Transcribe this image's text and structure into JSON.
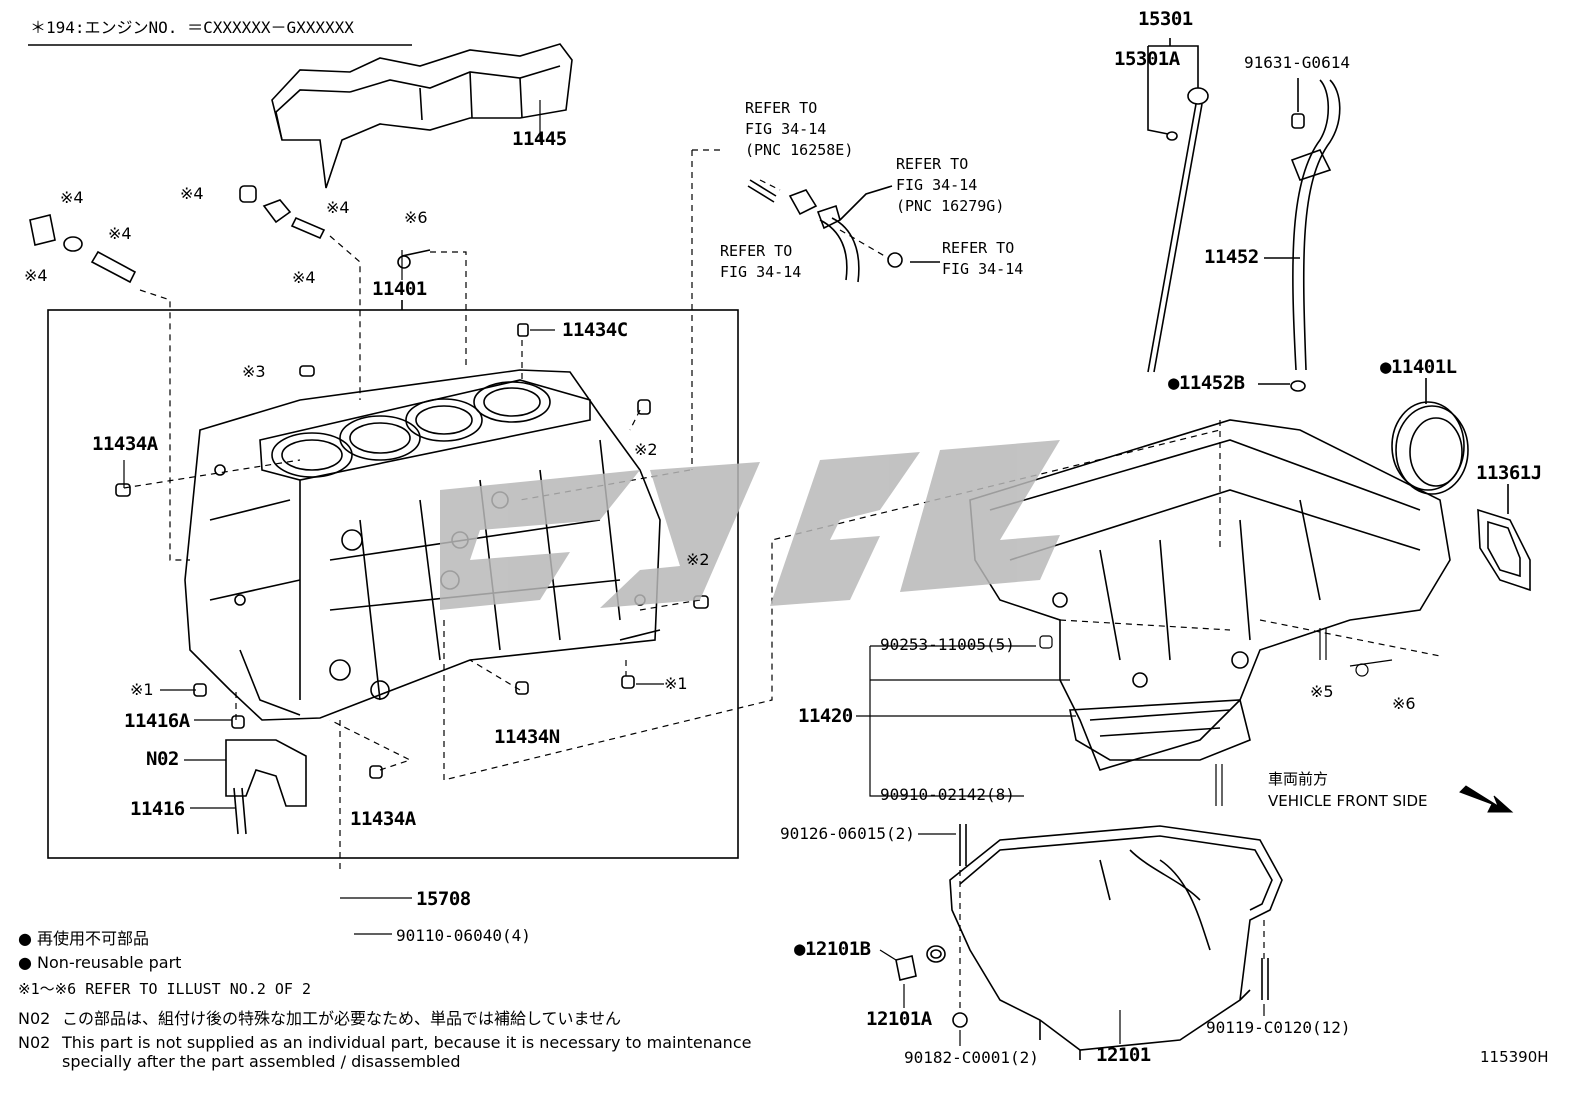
{
  "header_note": "＊194:エンジンNO. ＝CXXXXXX－GXXXXXX",
  "parts": {
    "p11445": "11445",
    "p11401": "11401",
    "p11434C": "11434C",
    "p11434A_1": "11434A",
    "p11434A_2": "11434A",
    "p11434N": "11434N",
    "p11416A": "11416A",
    "pN02": "N02",
    "p11416": "11416",
    "p15708": "15708",
    "p90110": "90110-06040(4)",
    "p15301": "15301",
    "p15301A": "15301A",
    "p91631": "91631-G0614",
    "p11452": "11452",
    "p11452B": "●11452B",
    "p11401L": "●11401L",
    "p11361J": "11361J",
    "p90253": "90253-11005(5)",
    "p11420": "11420",
    "p90910": "90910-02142(8)",
    "p90126": "90126-06015(2)",
    "p12101B": "●12101B",
    "p12101A": "12101A",
    "p90182": "90182-C0001(2)",
    "p12101": "12101",
    "p90119": "90119-C0120(12)"
  },
  "marks": {
    "m4a": "※4",
    "m4b": "※4",
    "m4c": "※4",
    "m4d": "※4",
    "m4e": "※4",
    "m4f": "※4",
    "m6a": "※6",
    "m3": "※3",
    "m2a": "※2",
    "m2b": "※2",
    "m1a": "※1",
    "m1b": "※1",
    "m5": "※5",
    "m6b": "※6"
  },
  "refers": {
    "r1": [
      "REFER TO",
      "FIG 34-14",
      "(PNC 16258E)"
    ],
    "r2": [
      "REFER TO",
      "FIG 34-14",
      "(PNC 16279G)"
    ],
    "r3": [
      "REFER TO",
      "FIG 34-14"
    ],
    "r4": [
      "REFER TO",
      "FIG 34-14"
    ]
  },
  "vehicle_front": {
    "jp": "車両前方",
    "en": "VEHICLE FRONT SIDE"
  },
  "legend": {
    "l1": "● 再使用不可部品",
    "l2": "● Non-reusable part",
    "l3": "※1～※6 REFER TO ILLUST NO.2 OF 2",
    "l4_code": "N02",
    "l4": "この部品は、組付け後の特殊な加工が必要なため、単品では補給していません",
    "l5_code": "N02",
    "l5": "This part is not supplied as an individual part, because it is necessary to maintenance",
    "l6": "specially after the part assembled / disassembled"
  },
  "illustration_id": "115390H"
}
